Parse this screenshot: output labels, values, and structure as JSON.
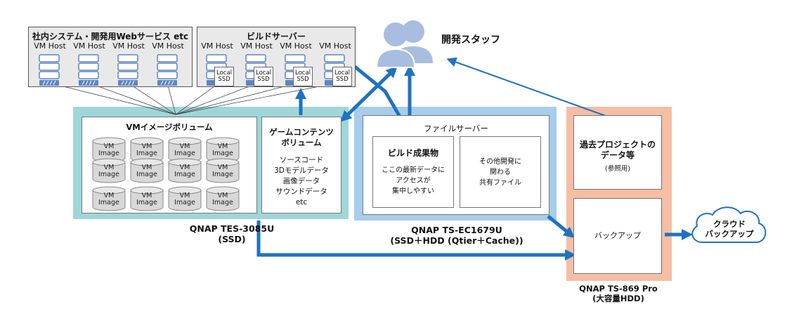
{
  "groups": {
    "internal": {
      "title": "社内システム・開発用Webサービス etc",
      "host_label": "VM Host",
      "host_count": 4
    },
    "build": {
      "title": "ビルドサーバー",
      "host_label": "VM Host",
      "ssd_label": "Local\nSSD",
      "host_count": 4
    }
  },
  "staff": {
    "label": "開発スタッフ"
  },
  "qnap_tes": {
    "name": "QNAP TES-3085U\n(SSD)",
    "vm_volume": {
      "title": "VMイメージボリューム",
      "image_label": "VM\nImage",
      "image_count": 12
    },
    "game_volume": {
      "title": "ゲームコンテンツ\nボリューム",
      "body": "ソースコード\n3Dモデルデータ\n画像データ\nサウンドデータ\netc"
    }
  },
  "qnap_ec": {
    "name": "QNAP TS-EC1679U\n(SSD＋HDD (Qtier＋Cache))",
    "file_server": {
      "title": "ファイルサーバー"
    },
    "build_artifacts": {
      "title": "ビルド成果物",
      "body": "ここの最新データに\nアクセスが\n集中しやすい"
    },
    "other_shared": {
      "body": "その他開発に\n関わる\n共有ファイル"
    }
  },
  "qnap_869": {
    "name": "QNAP TS-869 Pro\n(大容量HDD)",
    "past_projects": {
      "title": "過去プロジェクトの\nデータ等",
      "note": "(参照用)"
    },
    "backup": {
      "label": "バックアップ"
    }
  },
  "cloud": {
    "label": "クラウド\nバックアップ"
  },
  "colors": {
    "teal": "#9fd6d9",
    "light_blue": "#a7cdec",
    "salmon": "#f5bea5",
    "arrow": "#1f72c1",
    "server_blue": "#5d86c4",
    "person": "#a9bde0"
  }
}
